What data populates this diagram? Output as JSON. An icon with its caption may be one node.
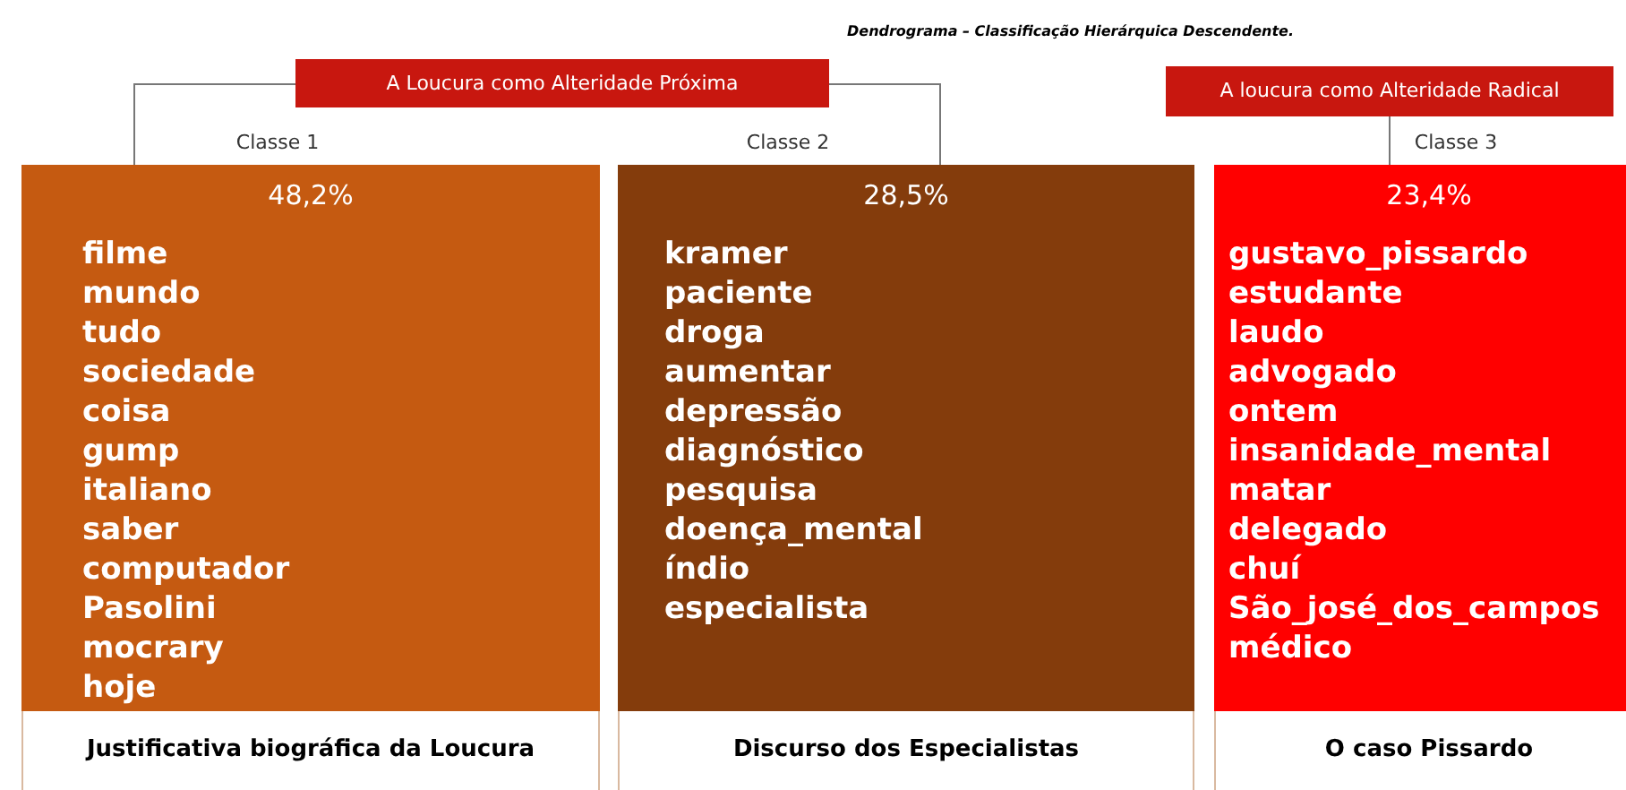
{
  "diagram": {
    "title": "Dendrograma – Classificação Hierárquica Descendente.",
    "nodes": [
      {
        "text": [
          "A Loucura como Alteridade Próxima"
        ]
      },
      {
        "text": [
          "48,2%",
          "filme",
          "mundo",
          "tudo",
          "sociedade",
          "coisa",
          "gump",
          "italiano",
          "saber",
          "computador",
          "Pasolini",
          "mocrary",
          "hoje"
        ]
      },
      {
        "text": [
          "Justificativa biográfica da Loucura"
        ],
        "in": 1
      },
      {
        "text": [
          "28,5%",
          "kramer",
          "paciente",
          "droga",
          "aumentar",
          "depressão",
          "diagnóstico",
          "pesquisa",
          "doença_mental",
          "índio",
          "especialista"
        ]
      },
      {
        "text": [
          "Discurso dos Especialistas"
        ],
        "in": 3
      },
      {
        "text": [
          "A loucura como Alteridade Radical"
        ]
      },
      {
        "text": [
          "23,4%",
          "gustavo_pissardo",
          "estudante",
          "laudo",
          "advogado",
          "ontem",
          "insanidade_mental",
          "matar",
          "delegado",
          "chuí",
          "São_josé_dos_campos",
          "médico"
        ]
      },
      {
        "text": [
          "O caso Pissardo"
        ],
        "in": 6
      }
    ],
    "edges": [
      {
        "from": 0,
        "to": 1,
        "arrow": "none",
        "label": "Classe 1"
      },
      {
        "from": 0,
        "to": 3,
        "arrow": "none",
        "label": "Classe 2"
      },
      {
        "from": 5,
        "to": 6,
        "arrow": "none",
        "label": "Classe 3"
      }
    ]
  }
}
